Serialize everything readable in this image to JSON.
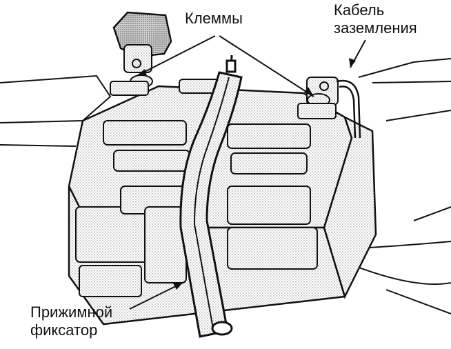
{
  "labels": {
    "terminals": "Клеммы",
    "ground_cable_line1": "Кабель",
    "ground_cable_line2": "заземления",
    "clamp_line1": "Прижимной",
    "clamp_line2": "фиксатор"
  },
  "colors": {
    "ink": "#111111",
    "stipple": "#9a9a9a",
    "paper": "#ffffff"
  }
}
